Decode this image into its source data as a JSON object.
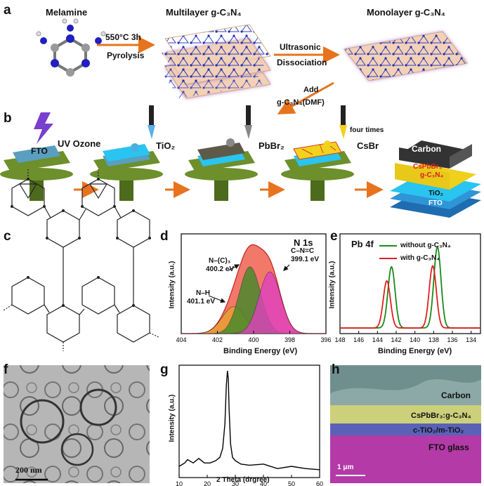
{
  "panels": {
    "a": {
      "label": "a",
      "melamine": "Melamine",
      "step1_top": "550°C  3h",
      "step1_bottom": "Pyrolysis",
      "multilayer": "Multilayer g-C₃N₄",
      "step2_top": "Ultrasonic",
      "step2_bottom": "Dissociation",
      "monolayer": "Monolayer g-C₃N₄",
      "add_top": "Add",
      "add_bottom": "g-C₃N₄(DMF)"
    },
    "b": {
      "label": "b",
      "uv": "UV Ozone",
      "fto": "FTO",
      "tio2": "TiO₂",
      "pbbr2": "PbBr₂",
      "csbr": "CsBr",
      "four_times": "four times",
      "stack": {
        "carbon": "Carbon",
        "perovskite_line1": "CsPbBr₃",
        "perovskite_line2": "g-C₃N₄",
        "tio2": "TiO₂",
        "fto": "FTO"
      }
    },
    "c": {
      "label": "c"
    },
    "d": {
      "label": "d",
      "title": "N 1s",
      "ylabel": "Intensity (a.u.)",
      "xlabel": "Binding Energy (eV)",
      "peak_nc3_line1": "N–(C)₃",
      "peak_nc3_line2": "400.2 eV",
      "peak_cnc_line1": "C–N=C",
      "peak_cnc_line2": "399.1 eV",
      "peak_nh_line1": "N–H",
      "peak_nh_line2": "401.1 eV"
    },
    "e": {
      "label": "e",
      "title": "Pb 4f",
      "ylabel": "Intensity (a.u.)",
      "xlabel": "Binding Energy (eV)",
      "legend_without": "without g-C₃N₄",
      "legend_with": "with g-C₃N₄"
    },
    "f": {
      "label": "f",
      "scale": "200 nm"
    },
    "g": {
      "label": "g",
      "ylabel": "Intensity (a.u.)",
      "xlabel": "2 Theta (drgree)"
    },
    "h": {
      "label": "h",
      "carbon": "Carbon",
      "perovskite": "CsPbBr₃:g-C₃N₄",
      "tio2": "c-TiO₂/m-TiO₂",
      "fto": "FTO glass",
      "scale": "1 μm"
    }
  },
  "chart_data": [
    {
      "type": "area",
      "panel": "d",
      "title": "N 1s",
      "xlabel": "Binding Energy (eV)",
      "ylabel": "Intensity (a.u.)",
      "xlim": [
        404,
        396
      ],
      "x_ticks": [
        404,
        402,
        400,
        398,
        396
      ],
      "y_ticks_shown": false,
      "series": [
        {
          "peaks": [
            {
              "center": 401.1,
              "fwhm": 1.5,
              "height": 0.27,
              "color": "#e8a030"
            },
            {
              "center": 400.2,
              "fwhm": 1.4,
              "height": 0.67,
              "color": "#3f8a2a"
            },
            {
              "center": 399.1,
              "fwhm": 1.4,
              "height": 0.62,
              "color": "#e040c0"
            }
          ],
          "envelope_color": "#f06050"
        }
      ]
    },
    {
      "type": "line",
      "panel": "e",
      "title": "Pb 4f",
      "xlabel": "Binding Energy (eV)",
      "ylabel": "Intensity (a.u.)",
      "xlim": [
        148,
        133
      ],
      "x_ticks": [
        148,
        146,
        144,
        142,
        140,
        138,
        136,
        134
      ],
      "y_ticks_shown": false,
      "series": [
        {
          "name": "without g-C₃N₄",
          "color": "#1a8a1a",
          "peaks": [
            {
              "center": 142.5,
              "fwhm": 0.9,
              "height": 0.65
            },
            {
              "center": 137.6,
              "fwhm": 0.9,
              "height": 0.86
            }
          ]
        },
        {
          "name": "with g-C₃N₄",
          "color": "#e02020",
          "peaks": [
            {
              "center": 143.0,
              "fwhm": 0.9,
              "height": 0.5
            },
            {
              "center": 138.1,
              "fwhm": 0.9,
              "height": 0.66
            }
          ]
        }
      ]
    },
    {
      "type": "line",
      "panel": "g",
      "xlabel": "2 Theta (drgree)",
      "ylabel": "Intensity (a.u.)",
      "xlim": [
        10,
        60
      ],
      "x_ticks": [
        10,
        20,
        30,
        40,
        50,
        60
      ],
      "y_ticks_shown": false,
      "series": [
        {
          "color": "#000000",
          "x": [
            10,
            12,
            13,
            15,
            17,
            19,
            21,
            23,
            24.5,
            25.5,
            26.3,
            26.8,
            27.2,
            27.5,
            27.8,
            28.3,
            29,
            30,
            32,
            35,
            40,
            45,
            50,
            55,
            60
          ],
          "y": [
            0.1,
            0.13,
            0.16,
            0.13,
            0.17,
            0.13,
            0.13,
            0.15,
            0.18,
            0.26,
            0.48,
            0.82,
            0.95,
            0.88,
            0.6,
            0.3,
            0.18,
            0.15,
            0.12,
            0.11,
            0.12,
            0.08,
            0.1,
            0.08,
            0.07
          ]
        }
      ]
    }
  ]
}
